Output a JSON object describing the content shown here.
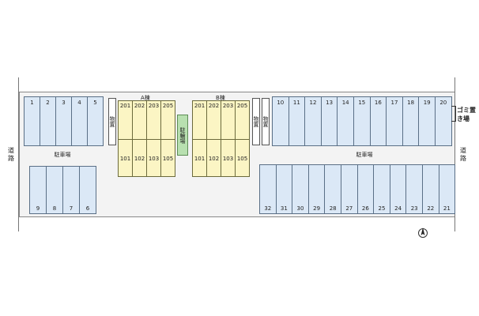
{
  "roads": {
    "left": "道路",
    "right": "道路"
  },
  "parking_label": "駐車場",
  "buildings": {
    "a": {
      "label": "A棟",
      "upper": [
        "201",
        "202",
        "203",
        "205"
      ],
      "lower": [
        "101",
        "102",
        "103",
        "105"
      ]
    },
    "b": {
      "label": "B棟",
      "upper": [
        "201",
        "202",
        "203",
        "205"
      ],
      "lower": [
        "101",
        "102",
        "103",
        "105"
      ]
    }
  },
  "storage_label": "物置",
  "bike_label": "駐輪場",
  "garbage_label": "ゴミ置き場",
  "compass": "N",
  "parking": {
    "top_left": [
      "1",
      "2",
      "3",
      "4",
      "5"
    ],
    "bottom_left": [
      "9",
      "8",
      "7",
      "6"
    ],
    "top_right": [
      "10",
      "11",
      "12",
      "13",
      "14",
      "15",
      "16",
      "17",
      "18",
      "19",
      "20"
    ],
    "bottom_right": [
      "32",
      "31",
      "30",
      "29",
      "28",
      "27",
      "26",
      "25",
      "24",
      "23",
      "22",
      "21"
    ]
  }
}
